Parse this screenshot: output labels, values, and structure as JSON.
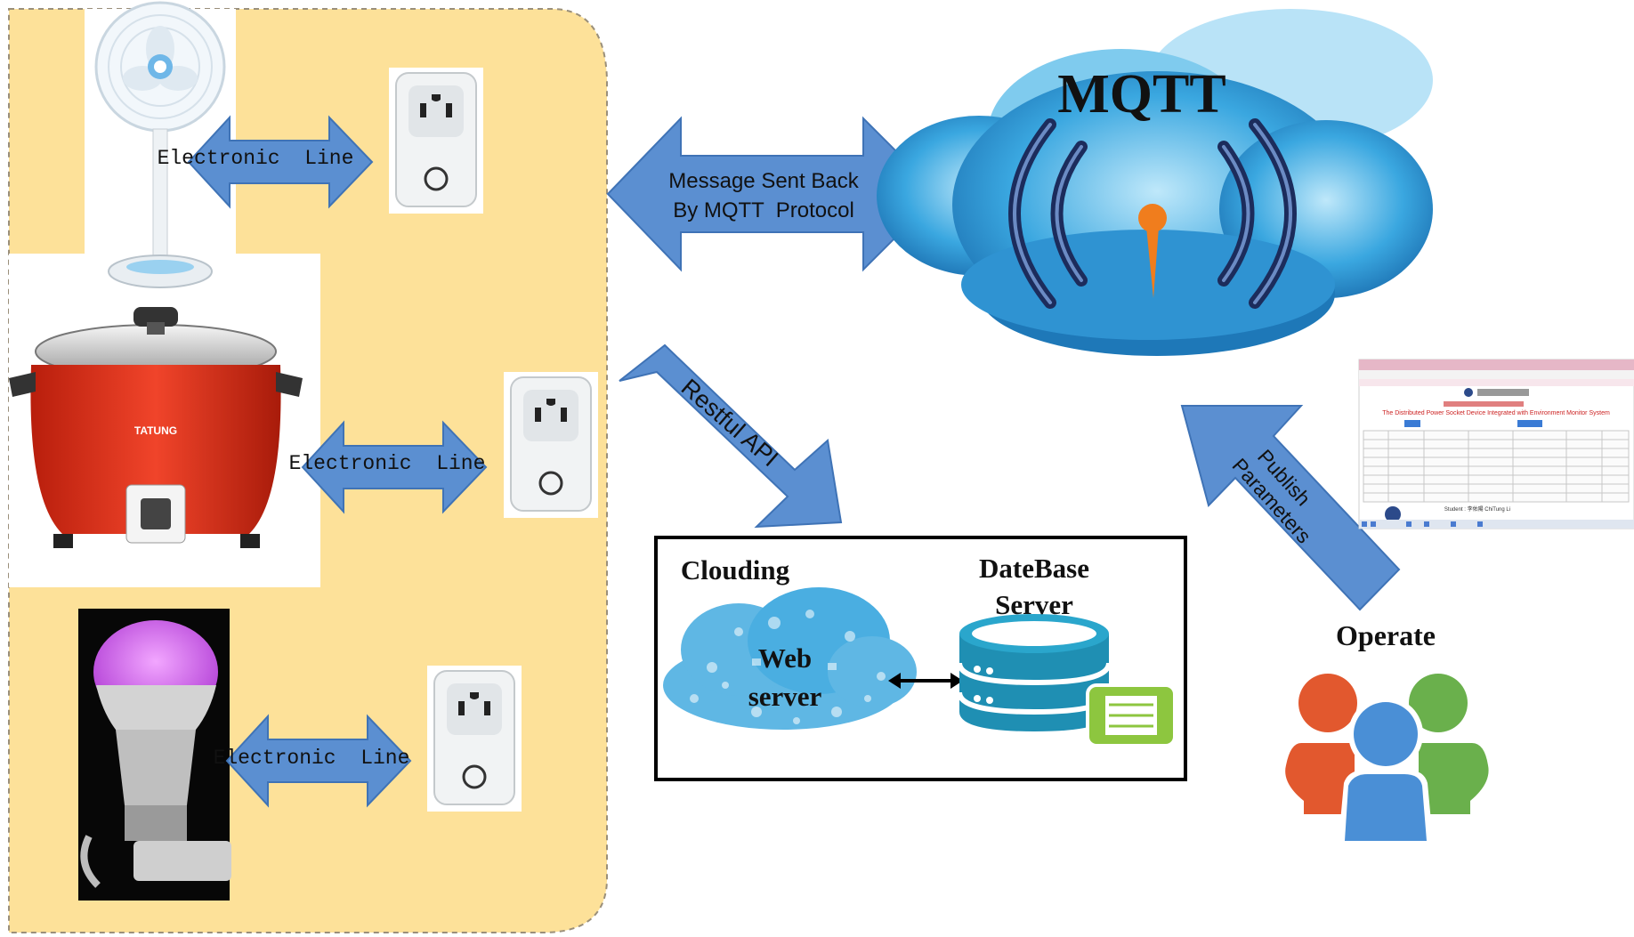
{
  "colors": {
    "panel": "#fde199",
    "arrow": "#5b8fd1",
    "arrow_dark": "#3f73b6",
    "cloud": "#39a6df",
    "cloud_light": "#8fd3f3",
    "rice_cooker": "#e8331c",
    "db": "#1f8fb3",
    "db_green": "#8dc63f",
    "user_orange": "#e2582e",
    "user_green": "#6ab04c",
    "user_blue": "#4a8fd6",
    "bulb": "#d86df0"
  },
  "left_panel": {
    "links": [
      {
        "label": "Electronic  Line",
        "device": "fan-icon"
      },
      {
        "label": "Electronic  Line",
        "device": "rice-cooker-icon"
      },
      {
        "label": "Electronic  Line",
        "device": "light-bulb-icon"
      }
    ],
    "socket_icon": "smart-socket-icon",
    "rice_cooker_brand": "TATUNG"
  },
  "mqtt": {
    "title": "MQTT",
    "arrow_line1": "Message Sent Back",
    "arrow_line2": "By MQTT  Protocol"
  },
  "restful": {
    "label": "Restful API"
  },
  "server_box": {
    "cloud_title": "Clouding",
    "web_line1": "Web",
    "web_line2": "server",
    "db_line1": "DateBase",
    "db_line2": "Server"
  },
  "operate": {
    "publish_line1": "Publish",
    "publish_line2": "Parameters",
    "label": "Operate"
  },
  "web_page": {
    "title_line1": "The Distributed Power Socket Device Integrated with Environment Monitor System",
    "student": "Student : 李佑陽 ChiTung Li"
  }
}
